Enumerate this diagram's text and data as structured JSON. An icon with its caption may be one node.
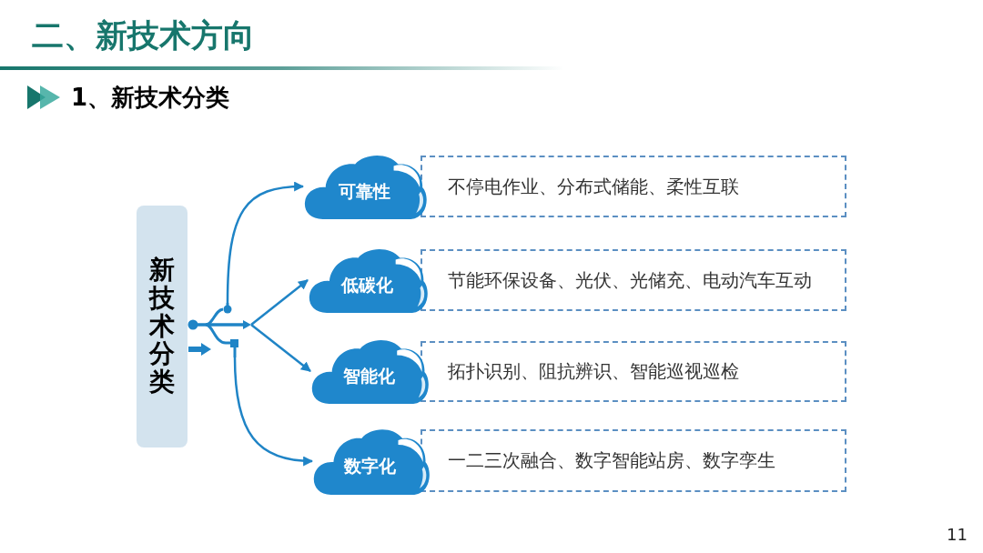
{
  "diagram": {
    "title": "二、新技术方向",
    "nodes": [
      {
        "text": [
          "新技术分类"
        ]
      },
      {
        "text": [],
        "shape": "picture"
      },
      {
        "text": [
          "可靠性"
        ]
      },
      {
        "text": [
          "不停电作业、分布式储能、柔性互联"
        ]
      },
      {
        "text": [
          "低碳化"
        ]
      },
      {
        "text": [
          "节能环保设备、光伏、光储充、电动汽车互动"
        ]
      },
      {
        "text": [
          "智能化"
        ]
      },
      {
        "text": [
          "拓扑识别、阻抗辨识、智能巡视巡检"
        ]
      },
      {
        "text": [
          "数字化"
        ]
      },
      {
        "text": [
          "一二三次融合、数字智能站房、数字孪生"
        ]
      }
    ],
    "edges": [
      {
        "from": 1,
        "to": 2,
        "arrow": "to"
      },
      {
        "from": 1,
        "to": 4,
        "arrow": "to"
      },
      {
        "from": 1,
        "to": 6,
        "arrow": "to"
      },
      {
        "from": 1,
        "to": 8,
        "arrow": "to"
      }
    ],
    "labels": [
      "1、新技术分类",
      "11"
    ]
  }
}
